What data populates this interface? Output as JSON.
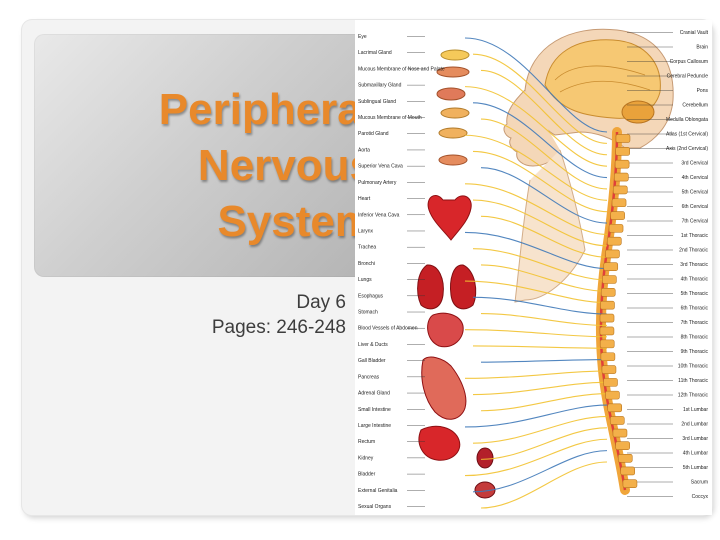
{
  "slide": {
    "title_lines": [
      "Peripheral",
      "Nervous",
      "System"
    ],
    "subtitle_lines": [
      "Day 6",
      "Pages: 246-248"
    ]
  },
  "diagram": {
    "left_labels": [
      "Eye",
      "Lacrimal Gland",
      "Mucous Membrane of Nose and Palate",
      "Submaxillary Gland",
      "Sublingual Gland",
      "Mucous Membrane of Mouth",
      "Parotid Gland",
      "Aorta",
      "Superior Vena Cava",
      "Pulmonary Artery",
      "Heart",
      "Inferior Vena Cava",
      "Larynx",
      "Trachea",
      "Bronchi",
      "Lungs",
      "Esophagus",
      "Stomach",
      "Blood Vessels of Abdomen",
      "Liver & Ducts",
      "Gall Bladder",
      "Pancreas",
      "Adrenal Gland",
      "Small Intestine",
      "Large Intestine",
      "Rectum",
      "Kidney",
      "Bladder",
      "External Genitalia",
      "Sexual Organs"
    ],
    "right_labels": [
      "Cranial Vault",
      "Brain",
      "Corpus Callosum",
      "Cerebral Peduncle",
      "Pons",
      "Cerebellum",
      "Medulla Oblongata",
      "Atlas (1st Cervical)",
      "Axis (2nd Cervical)",
      "3rd Cervical",
      "4th Cervical",
      "5th Cervical",
      "6th Cervical",
      "7th Cervical",
      "1st Thoracic",
      "2nd Thoracic",
      "3rd Thoracic",
      "4th Thoracic",
      "5th Thoracic",
      "6th Thoracic",
      "7th Thoracic",
      "8th Thoracic",
      "9th Thoracic",
      "10th Thoracic",
      "11th Thoracic",
      "12th Thoracic",
      "1st Lumbar",
      "2nd Lumbar",
      "3rd Lumbar",
      "4th Lumbar",
      "5th Lumbar",
      "Sacrum",
      "Coccyx"
    ],
    "colors": {
      "nerve": "#f2c230",
      "organ": "#d8262a",
      "vessel": "#3f79b8",
      "spine": "#f0a53a"
    }
  }
}
